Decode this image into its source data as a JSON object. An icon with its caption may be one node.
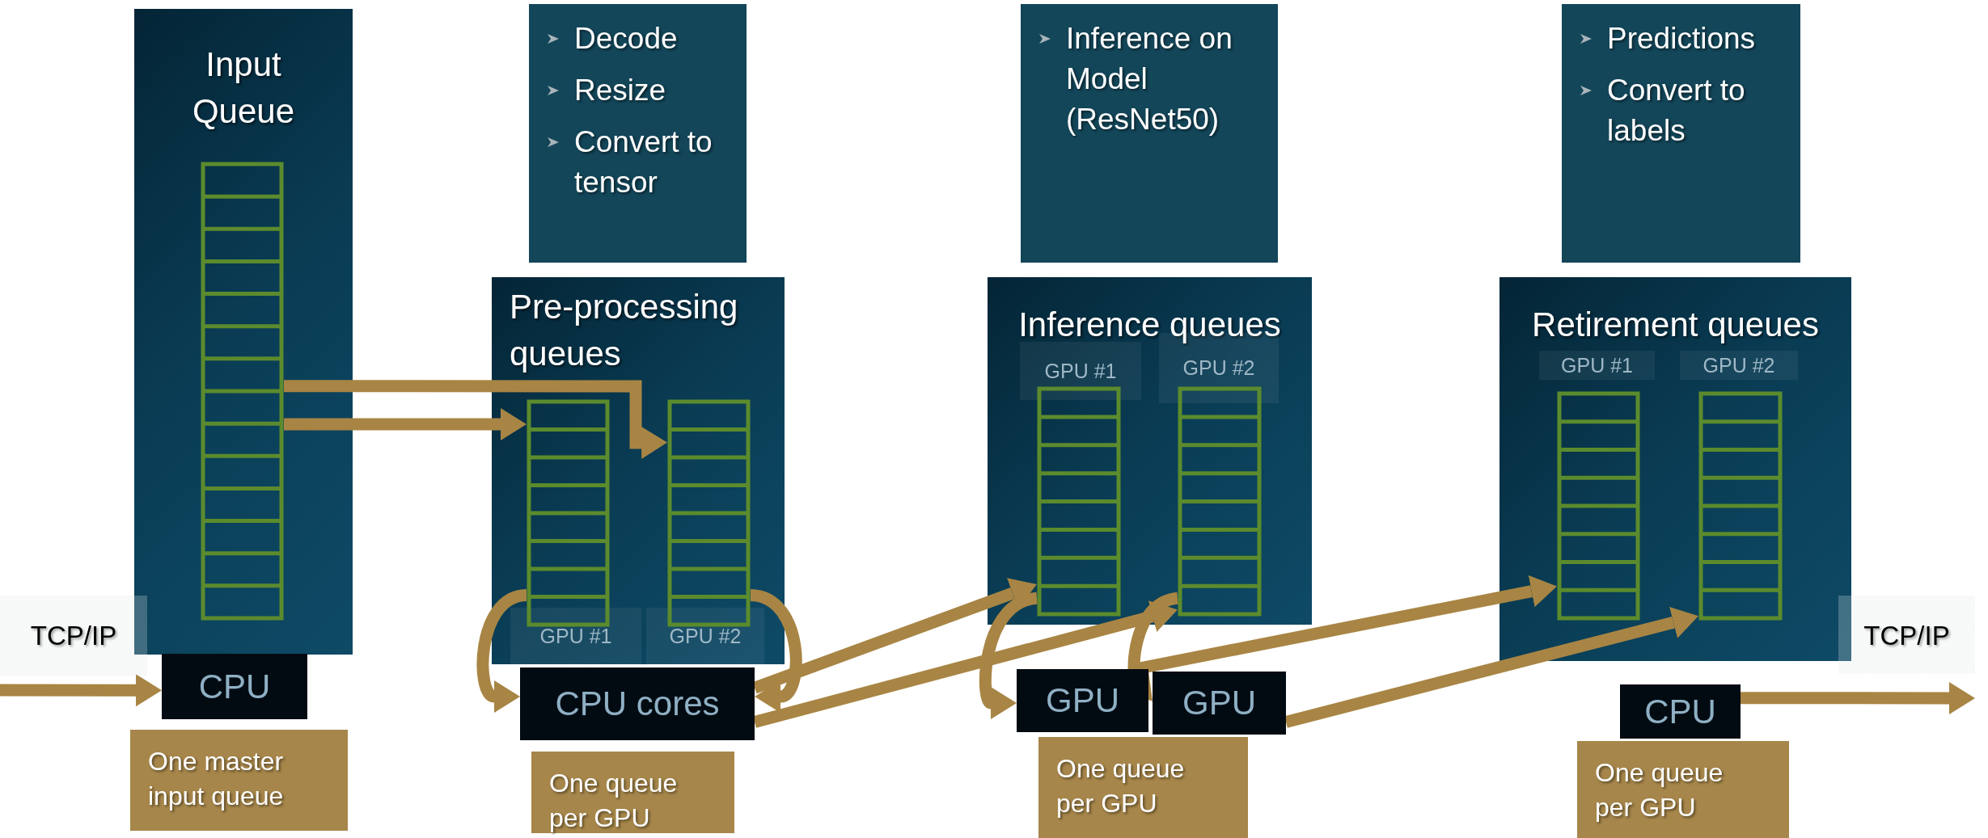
{
  "diagram": {
    "nodes": [
      {
        "text": [
          "Input Queue"
        ]
      },
      {
        "text": [],
        "shape": "box",
        "in": 0
      },
      {
        "text": [
          "TCP/IP"
        ]
      },
      {
        "text": [
          "CPU"
        ]
      },
      {
        "text": [
          "One master input queue"
        ]
      },
      {
        "text": [
          "Decode",
          "Resize",
          "Convert to tensor"
        ]
      },
      {
        "text": [
          "Pre-processing queues"
        ]
      },
      {
        "text": [],
        "shape": "box",
        "in": 6,
        "beside": [
          "GPU #1"
        ]
      },
      {
        "text": [],
        "shape": "box",
        "in": 6,
        "beside": [
          "GPU #2"
        ]
      },
      {
        "text": [
          "CPU cores"
        ]
      },
      {
        "text": [
          "One queue per GPU"
        ]
      },
      {
        "text": [
          "Inference on Model (ResNet50)"
        ]
      },
      {
        "text": [
          "Inference queues"
        ]
      },
      {
        "text": [],
        "shape": "box",
        "in": 12,
        "beside": [
          "GPU #1"
        ]
      },
      {
        "text": [],
        "shape": "box",
        "in": 12,
        "beside": [
          "GPU #2"
        ]
      },
      {
        "text": [
          "GPU"
        ]
      },
      {
        "text": [
          "GPU"
        ]
      },
      {
        "text": [
          "One queue per GPU"
        ]
      },
      {
        "text": [
          "Predictions",
          "Convert to labels"
        ]
      },
      {
        "text": [
          "Retirement queues"
        ]
      },
      {
        "text": [],
        "shape": "box",
        "in": 19,
        "beside": [
          "GPU #1"
        ]
      },
      {
        "text": [],
        "shape": "box",
        "in": 19,
        "beside": [
          "GPU #2"
        ]
      },
      {
        "text": [
          "CPU"
        ]
      },
      {
        "text": [
          "One queue per GPU"
        ]
      },
      {
        "text": [
          "TCP/IP"
        ]
      }
    ],
    "edges": [
      {
        "from": 2,
        "to": 3,
        "arrow": "to"
      },
      {
        "from": 1,
        "to": 7,
        "arrow": "to"
      },
      {
        "from": 1,
        "to": 8,
        "arrow": "to"
      },
      {
        "from": 7,
        "to": 9,
        "arrow": "to"
      },
      {
        "from": 8,
        "to": 9,
        "arrow": "to"
      },
      {
        "from": 9,
        "to": 13,
        "arrow": "to"
      },
      {
        "from": 9,
        "to": 14,
        "arrow": "to"
      },
      {
        "from": 13,
        "to": 15,
        "arrow": "to"
      },
      {
        "from": 14,
        "to": 16,
        "arrow": "to"
      },
      {
        "from": 15,
        "to": 20,
        "arrow": "to"
      },
      {
        "from": 16,
        "to": 21,
        "arrow": "to"
      },
      {
        "from": 22,
        "to": 24,
        "arrow": "to"
      }
    ]
  }
}
